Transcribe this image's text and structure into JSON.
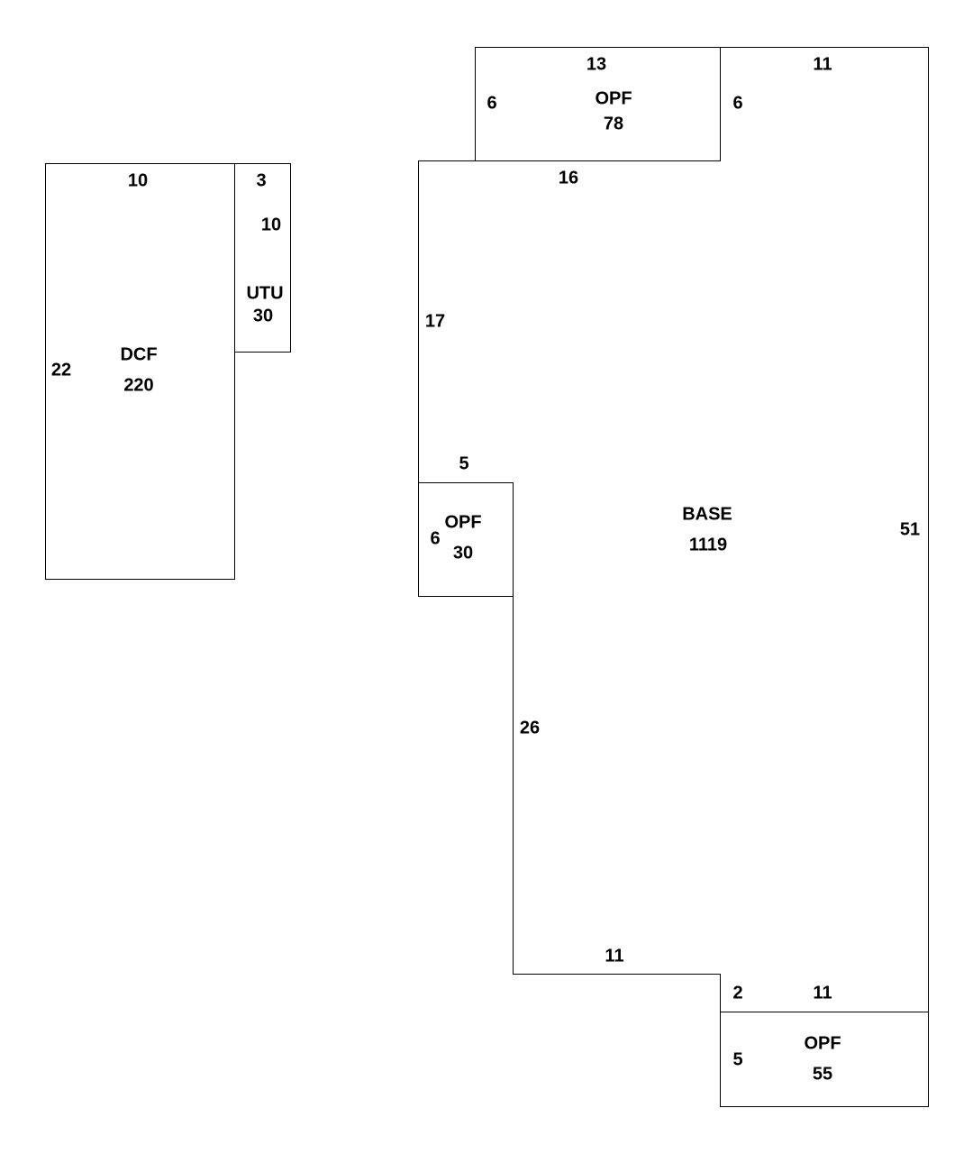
{
  "areas": {
    "dcf": {
      "name": "DCF",
      "area": "220",
      "dims": {
        "top": "10",
        "left": "22"
      }
    },
    "utu": {
      "name": "UTU",
      "area": "30",
      "dims": {
        "top": "3",
        "side": "10"
      }
    },
    "opf_top": {
      "name": "OPF",
      "area": "78",
      "dims": {
        "top": "13",
        "left": "6",
        "right": "6"
      }
    },
    "base": {
      "name": "BASE",
      "area": "1119",
      "dims": {
        "top_right": "11",
        "top_left": "16",
        "left_upper": "17",
        "notch_top": "5",
        "right": "51",
        "left_lower": "26",
        "bottom": "11",
        "step": "2",
        "bottom_right": "11"
      }
    },
    "opf_left": {
      "name": "OPF",
      "area": "30",
      "dims": {
        "side": "6"
      }
    },
    "opf_bottom": {
      "name": "OPF",
      "area": "55",
      "dims": {
        "side": "5"
      }
    }
  }
}
